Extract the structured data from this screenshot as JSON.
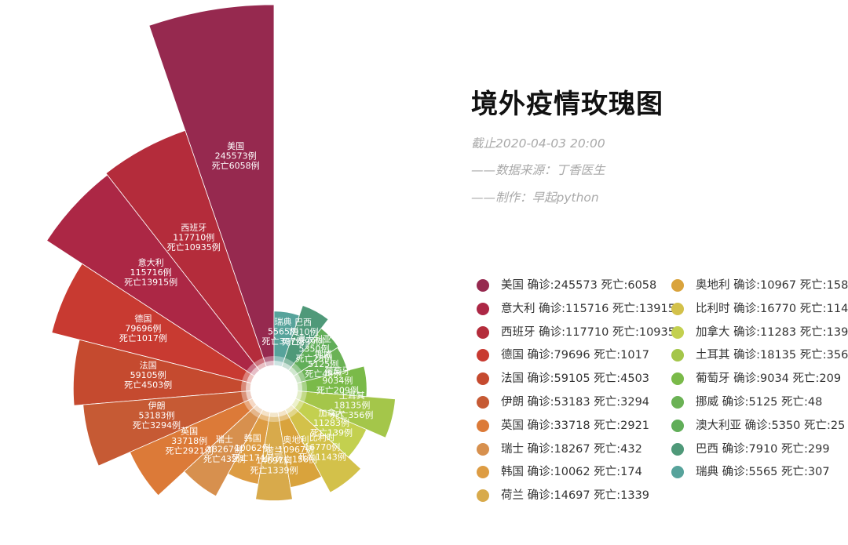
{
  "title": "境外疫情玫瑰图",
  "subtitles": [
    "截止2020-04-03 20:00",
    "——数据来源：丁香医生",
    "——制作：早起python"
  ],
  "colors": [
    "#96294f",
    "#b42c3b",
    "#ac2745",
    "#c83a31",
    "#c54a2f",
    "#c65a34",
    "#dc7a38",
    "#d7904e",
    "#dd9c43",
    "#d8aa4b",
    "#d9a33c",
    "#d3c14a",
    "#c3d04f",
    "#a4c64a",
    "#7aba49",
    "#6bb255",
    "#61ae59",
    "#4f9979",
    "#57a39b"
  ],
  "chart_data": {
    "type": "rose",
    "title": "境外疫情玫瑰图",
    "series": [
      {
        "name": "",
        "data": [
          {
            "name": "美国",
            "confirmed": 245573,
            "deaths": 6058
          },
          {
            "name": "西班牙",
            "confirmed": 117710,
            "deaths": 10935
          },
          {
            "name": "意大利",
            "confirmed": 115716,
            "deaths": 13915
          },
          {
            "name": "德国",
            "confirmed": 79696,
            "deaths": 1017
          },
          {
            "name": "法国",
            "confirmed": 59105,
            "deaths": 4503
          },
          {
            "name": "伊朗",
            "confirmed": 53183,
            "deaths": 3294
          },
          {
            "name": "英国",
            "confirmed": 33718,
            "deaths": 2921
          },
          {
            "name": "瑞士",
            "confirmed": 18267,
            "deaths": 432
          },
          {
            "name": "韩国",
            "confirmed": 10062,
            "deaths": 174
          },
          {
            "name": "荷兰",
            "confirmed": 14697,
            "deaths": 1339
          },
          {
            "name": "奥地利",
            "confirmed": 10967,
            "deaths": 158
          },
          {
            "name": "比利时",
            "confirmed": 16770,
            "deaths": 1143
          },
          {
            "name": "加拿大",
            "confirmed": 11283,
            "deaths": 139
          },
          {
            "name": "土耳其",
            "confirmed": 18135,
            "deaths": 356
          },
          {
            "name": "葡萄牙",
            "confirmed": 9034,
            "deaths": 209
          },
          {
            "name": "挪威",
            "confirmed": 5125,
            "deaths": 48
          },
          {
            "name": "澳大利亚",
            "confirmed": 5350,
            "deaths": 25
          },
          {
            "name": "巴西",
            "confirmed": 7910,
            "deaths": 299
          },
          {
            "name": "瑞典",
            "confirmed": 5565,
            "deaths": 307
          }
        ]
      }
    ],
    "legend": {
      "position": "right",
      "columns": [
        [
          "美国",
          "意大利",
          "西班牙",
          "德国",
          "法国",
          "伊朗",
          "英国",
          "瑞士",
          "韩国",
          "荷兰"
        ],
        [
          "奥地利",
          "比利时",
          "加拿大",
          "土耳其",
          "葡萄牙",
          "挪威",
          "澳大利亚",
          "巴西",
          "瑞典"
        ]
      ],
      "confirmed_label": "确诊:",
      "deaths_label": "死亡:"
    },
    "label_case_suffix": "例",
    "label_death_prefix": "死亡"
  }
}
